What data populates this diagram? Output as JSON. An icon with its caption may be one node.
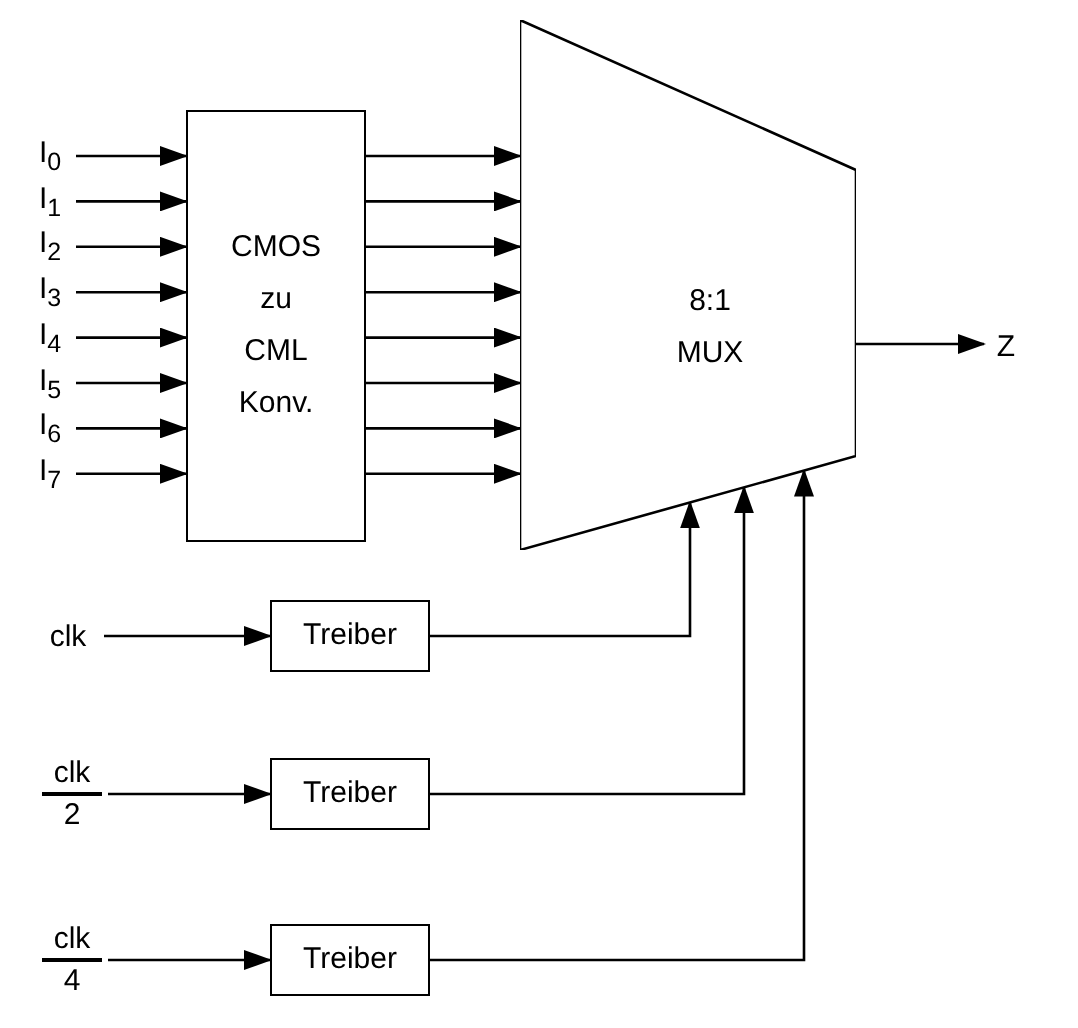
{
  "diagram": {
    "nodes": [
      {
        "text": [
          "I$_{0}$"
        ]
      },
      {
        "text": [
          "I$_{1}$"
        ]
      },
      {
        "text": [
          "I$_{2}$"
        ]
      },
      {
        "text": [
          "I$_{3}$"
        ]
      },
      {
        "text": [
          "I$_{4}$"
        ]
      },
      {
        "text": [
          "I$_{5}$"
        ]
      },
      {
        "text": [
          "I$_{6}$"
        ]
      },
      {
        "text": [
          "I$_{7}$"
        ]
      },
      {
        "text": [
          "CMOS zu CML Konv."
        ]
      },
      {
        "text": [
          "8:1 MUX"
        ]
      },
      {
        "text": [
          "Z"
        ]
      },
      {
        "text": [
          "clk"
        ]
      },
      {
        "text": [
          "Treiber"
        ]
      },
      {
        "text": [
          "clk",
          "2"
        ]
      },
      {
        "text": [
          "Treiber"
        ]
      },
      {
        "text": [
          "clk",
          "4"
        ]
      },
      {
        "text": [
          "Treiber"
        ]
      }
    ],
    "edges": [
      {
        "from": 0,
        "to": 8,
        "arrow": "to"
      },
      {
        "from": 1,
        "to": 8,
        "arrow": "to"
      },
      {
        "from": 2,
        "to": 8,
        "arrow": "to"
      },
      {
        "from": 3,
        "to": 8,
        "arrow": "to"
      },
      {
        "from": 4,
        "to": 8,
        "arrow": "to"
      },
      {
        "from": 5,
        "to": 8,
        "arrow": "to"
      },
      {
        "from": 6,
        "to": 8,
        "arrow": "to"
      },
      {
        "from": 7,
        "to": 8,
        "arrow": "to"
      },
      {
        "from": 8,
        "to": 9,
        "arrow": "to"
      },
      {
        "from": 8,
        "to": 9,
        "arrow": "to"
      },
      {
        "from": 8,
        "to": 9,
        "arrow": "to"
      },
      {
        "from": 8,
        "to": 9,
        "arrow": "to"
      },
      {
        "from": 8,
        "to": 9,
        "arrow": "to"
      },
      {
        "from": 8,
        "to": 9,
        "arrow": "to"
      },
      {
        "from": 8,
        "to": 9,
        "arrow": "to"
      },
      {
        "from": 8,
        "to": 9,
        "arrow": "to"
      },
      {
        "from": 9,
        "to": 10,
        "arrow": "to"
      },
      {
        "from": 11,
        "to": 12,
        "arrow": "to"
      },
      {
        "from": 12,
        "to": 9,
        "arrow": "to"
      },
      {
        "from": 13,
        "to": 14,
        "arrow": "to"
      },
      {
        "from": 14,
        "to": 9,
        "arrow": "to"
      },
      {
        "from": 15,
        "to": 16,
        "arrow": "to"
      },
      {
        "from": 16,
        "to": 9,
        "arrow": "to"
      }
    ]
  }
}
